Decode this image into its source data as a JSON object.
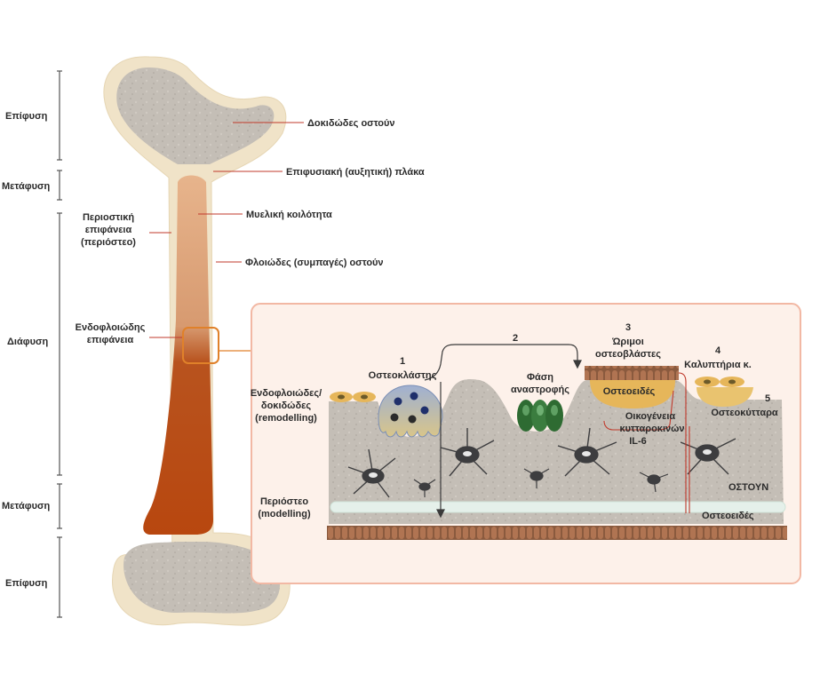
{
  "left_regions": [
    {
      "id": "epiphysis-top",
      "label": "Επίφυση"
    },
    {
      "id": "metaphysis-top",
      "label": "Μετάφυση"
    },
    {
      "id": "diaphysis",
      "label": "Διάφυση"
    },
    {
      "id": "metaphysis-bottom",
      "label": "Μετάφυση"
    },
    {
      "id": "epiphysis-bottom",
      "label": "Επίφυση"
    }
  ],
  "surfaces": {
    "periosteal": [
      "Περιοστική",
      "επιφάνεια",
      "(περιόστεο)"
    ],
    "endocortical": [
      "Ενδοφλοιώδης",
      "επιφάνεια"
    ]
  },
  "bone_labels": {
    "trabecular": "Δοκιδώδες οστούν",
    "growth_plate": "Επιφυσιακή (αυξητική) πλάκα",
    "marrow": "Μυελική κοιλότητα",
    "cortical": "Φλοιώδες (συμπαγές)  οστούν"
  },
  "detail": {
    "remodelling": [
      "Ενδοφλοιώδες/",
      "δοκιδώδες",
      "(remodelling)"
    ],
    "modelling": [
      "Περιόστεο",
      "(modelling)"
    ],
    "steps": [
      {
        "num": "1",
        "label": [
          "Οστεοκλάστης"
        ]
      },
      {
        "num": "2",
        "label": []
      },
      {
        "num": "3",
        "label": [
          "Ώριμοι",
          "οστεοβλάστες"
        ]
      },
      {
        "num": "4",
        "label": [
          "Καλυπτήρια κ."
        ]
      },
      {
        "num": "5",
        "label": [
          "Οστεοκύτταρα"
        ]
      }
    ],
    "reversal": [
      "Φάση",
      "αναστροφής"
    ],
    "osteoid_top": "Οστεοειδές",
    "cytokines": [
      "Οικογένεια",
      "κυτταροκινών",
      "IL-6"
    ],
    "bone": "ΟΣΤΟΥΝ",
    "osteoid_bottom": "Οστεοειδές"
  },
  "colors": {
    "bone_outer": "#f0e3c8",
    "trabecular": "#c4beb6",
    "marrow_top": "#e4ad84",
    "marrow_bottom": "#b8470f",
    "inset_border": "#f2b8a4",
    "inset_bg": "#fdf1ea",
    "highlight": "#e0812a",
    "leader": "#c0392b",
    "osteoblast": "#e6b65a",
    "reversal_cell": "#2e6b32",
    "osteoclast": "#7b8fb6"
  }
}
